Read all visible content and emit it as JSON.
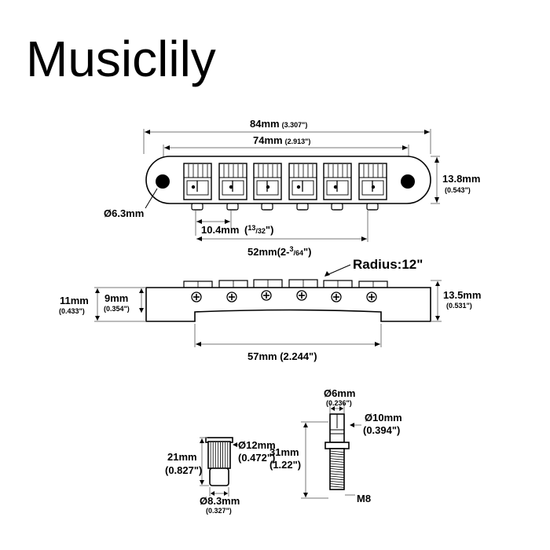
{
  "brand": "Musiclily",
  "top_view": {
    "overall_length": {
      "mm": "84mm",
      "in": "(3.307\")"
    },
    "post_spacing": {
      "mm": "74mm",
      "in": "(2.913\")"
    },
    "height": {
      "mm": "13.8mm",
      "in": "(0.543\")"
    },
    "post_hole": "Ø6.3mm",
    "string_spacing": {
      "mm": "10.4mm",
      "in_open": "(",
      "in_num": "13",
      "in_den": "/32",
      "in_close": "\")"
    },
    "string_span": {
      "mm": "52mm",
      "in_lead": "(2-",
      "in_num": "3",
      "in_den": "/64",
      "in_close": "\")"
    }
  },
  "side_view": {
    "radius": "Radius:12\"",
    "left_outer": {
      "mm": "11mm",
      "in": "(0.433\")"
    },
    "left_inner": {
      "mm": "9mm",
      "in": "(0.354\")"
    },
    "right_height": {
      "mm": "13.5mm",
      "in": "(0.531\")"
    },
    "base_length": "57mm (2.244\")"
  },
  "stud": {
    "height": {
      "mm": "21mm",
      "in": "(0.827\")"
    },
    "head_diameter": {
      "mm": "Ø12mm",
      "in": "(0.472\")"
    },
    "base_diameter": {
      "mm": "Ø8.3mm",
      "in": "(0.327\")"
    }
  },
  "screw": {
    "shaft_diameter": {
      "mm": "Ø6mm",
      "in": "(0.236\")"
    },
    "head_diameter": {
      "mm": "Ø10mm",
      "in": "(0.394\")"
    },
    "length": {
      "mm": "31mm",
      "in": "(1.22\")"
    },
    "thread": "M8"
  },
  "colors": {
    "outline": "#000000",
    "dimension_line": "#777777",
    "hole_fill": "#000000"
  }
}
